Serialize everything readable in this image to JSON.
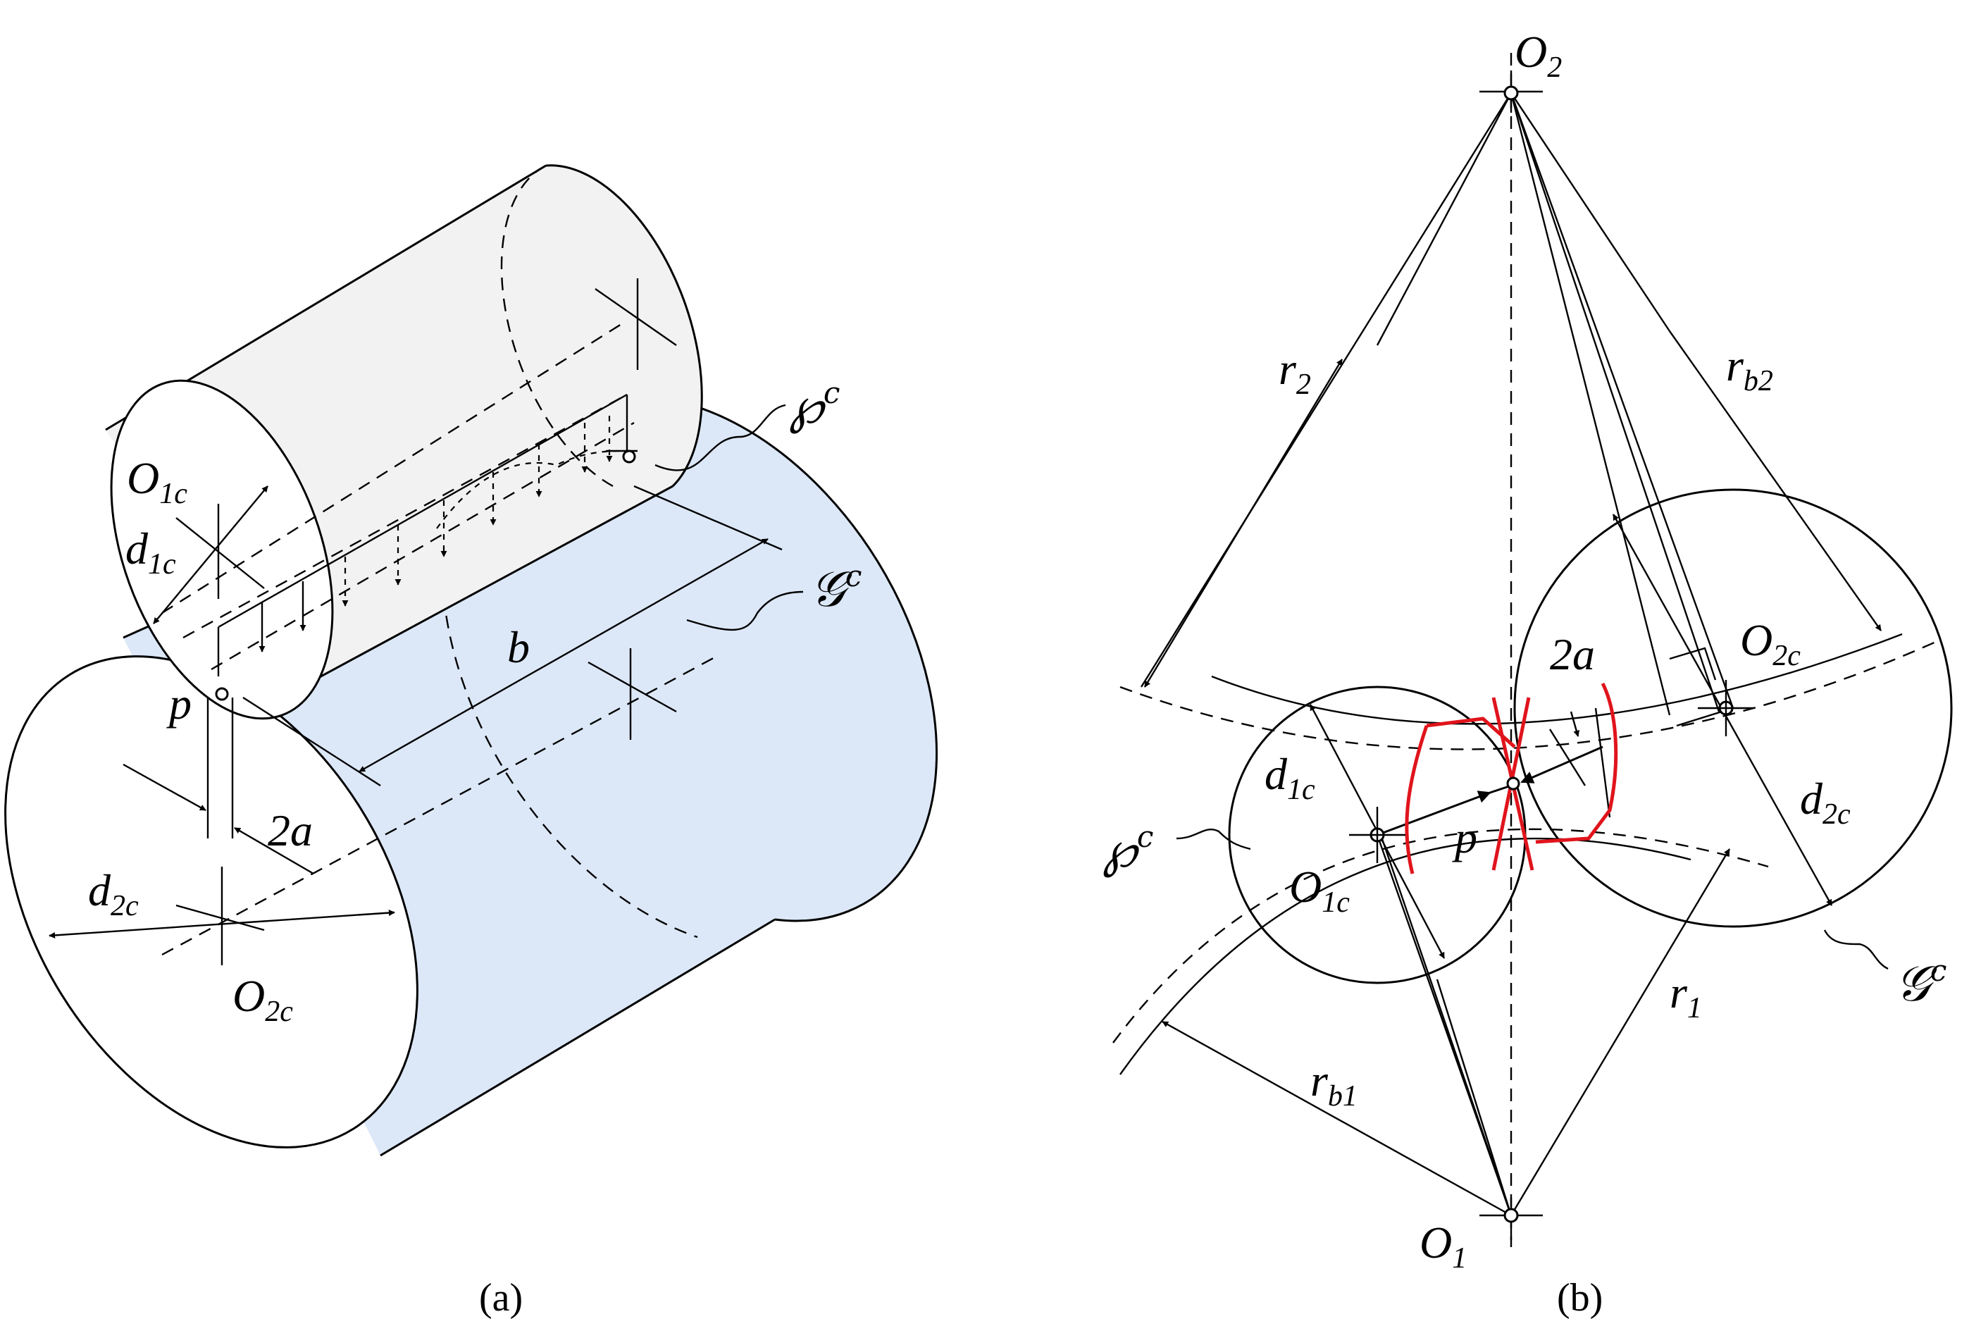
{
  "colors": {
    "lower_cylinder_fill": "#dce8f8",
    "upper_cylinder_fill": "#f2f2f2",
    "contact_highlight": "#e0141c"
  },
  "panel_a": {
    "caption": "(a)",
    "labels": {
      "O1c": {
        "base": "O",
        "sub": "1c"
      },
      "d1c": {
        "base": "d",
        "sub": "1c"
      },
      "d2c": {
        "base": "d",
        "sub": "2c"
      },
      "O2c": {
        "base": "O",
        "sub": "2c"
      },
      "p": "p",
      "two_a": "2a",
      "b": "b",
      "P_curve": {
        "base": "℘",
        "sup": "c"
      },
      "G_curve": {
        "base": "𝒢",
        "sup": "c"
      }
    }
  },
  "panel_b": {
    "caption": "(b)",
    "labels": {
      "O2": {
        "base": "O",
        "sub": "2"
      },
      "O1": {
        "base": "O",
        "sub": "1"
      },
      "r2": {
        "base": "r",
        "sub": "2"
      },
      "rb2": {
        "base": "r",
        "sub": "b2"
      },
      "r1": {
        "base": "r",
        "sub": "1"
      },
      "rb1": {
        "base": "r",
        "sub": "b1"
      },
      "O2c": {
        "base": "O",
        "sub": "2c"
      },
      "O1c": {
        "base": "O",
        "sub": "1c"
      },
      "d1c": {
        "base": "d",
        "sub": "1c"
      },
      "d2c": {
        "base": "d",
        "sub": "2c"
      },
      "two_a": "2a",
      "p": "p",
      "P_curve": {
        "base": "℘",
        "sup": "c"
      },
      "G_curve": {
        "base": "𝒢",
        "sup": "c"
      }
    }
  }
}
